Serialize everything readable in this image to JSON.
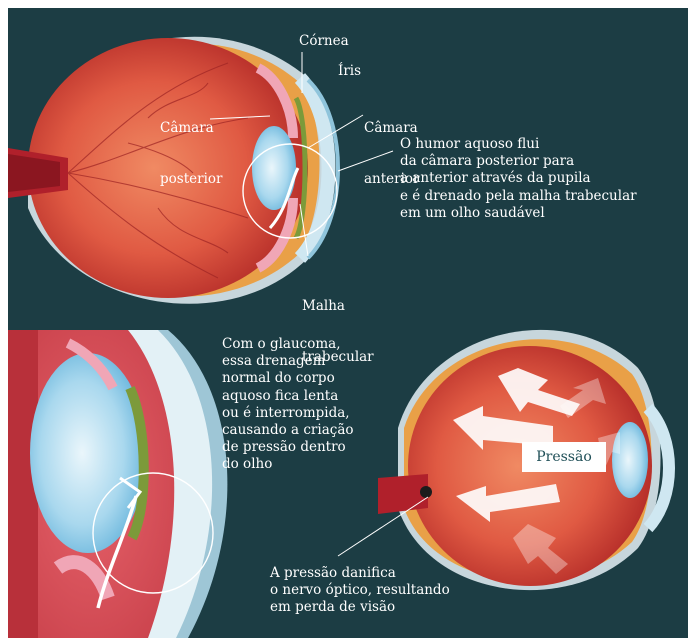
{
  "labels": {
    "cornea": "Córnea",
    "iris": "Íris",
    "posterior_chamber": [
      "Câmara",
      "posterior"
    ],
    "anterior_chamber": [
      "Câmara",
      "anterior"
    ],
    "trabecular_mesh": [
      "Malha",
      "trabecular"
    ],
    "pressure": "Pressão"
  },
  "captions": {
    "healthy": [
      "O humor aquoso flui",
      "da câmara posterior para",
      "a anterior através da pupila",
      "e é drenado pela malha trabecular",
      "em um olho saudável"
    ],
    "glaucoma": [
      "Com o glaucoma,",
      "essa drenagem",
      "normal do corpo",
      "aquoso fica lenta",
      "ou é interrompida,",
      "causando a criação",
      "de pressão dentro",
      "do olho"
    ],
    "optic_damage": [
      "A pressão danifica",
      "o nervo óptico, resultando",
      "em perda de visão"
    ]
  },
  "colors": {
    "background": "#1c3d44",
    "eye_red": "#d9473a",
    "sclera": "#c7d6dc",
    "lens_blue": "#8cc9e6",
    "iris_green": "#8aa53a"
  }
}
